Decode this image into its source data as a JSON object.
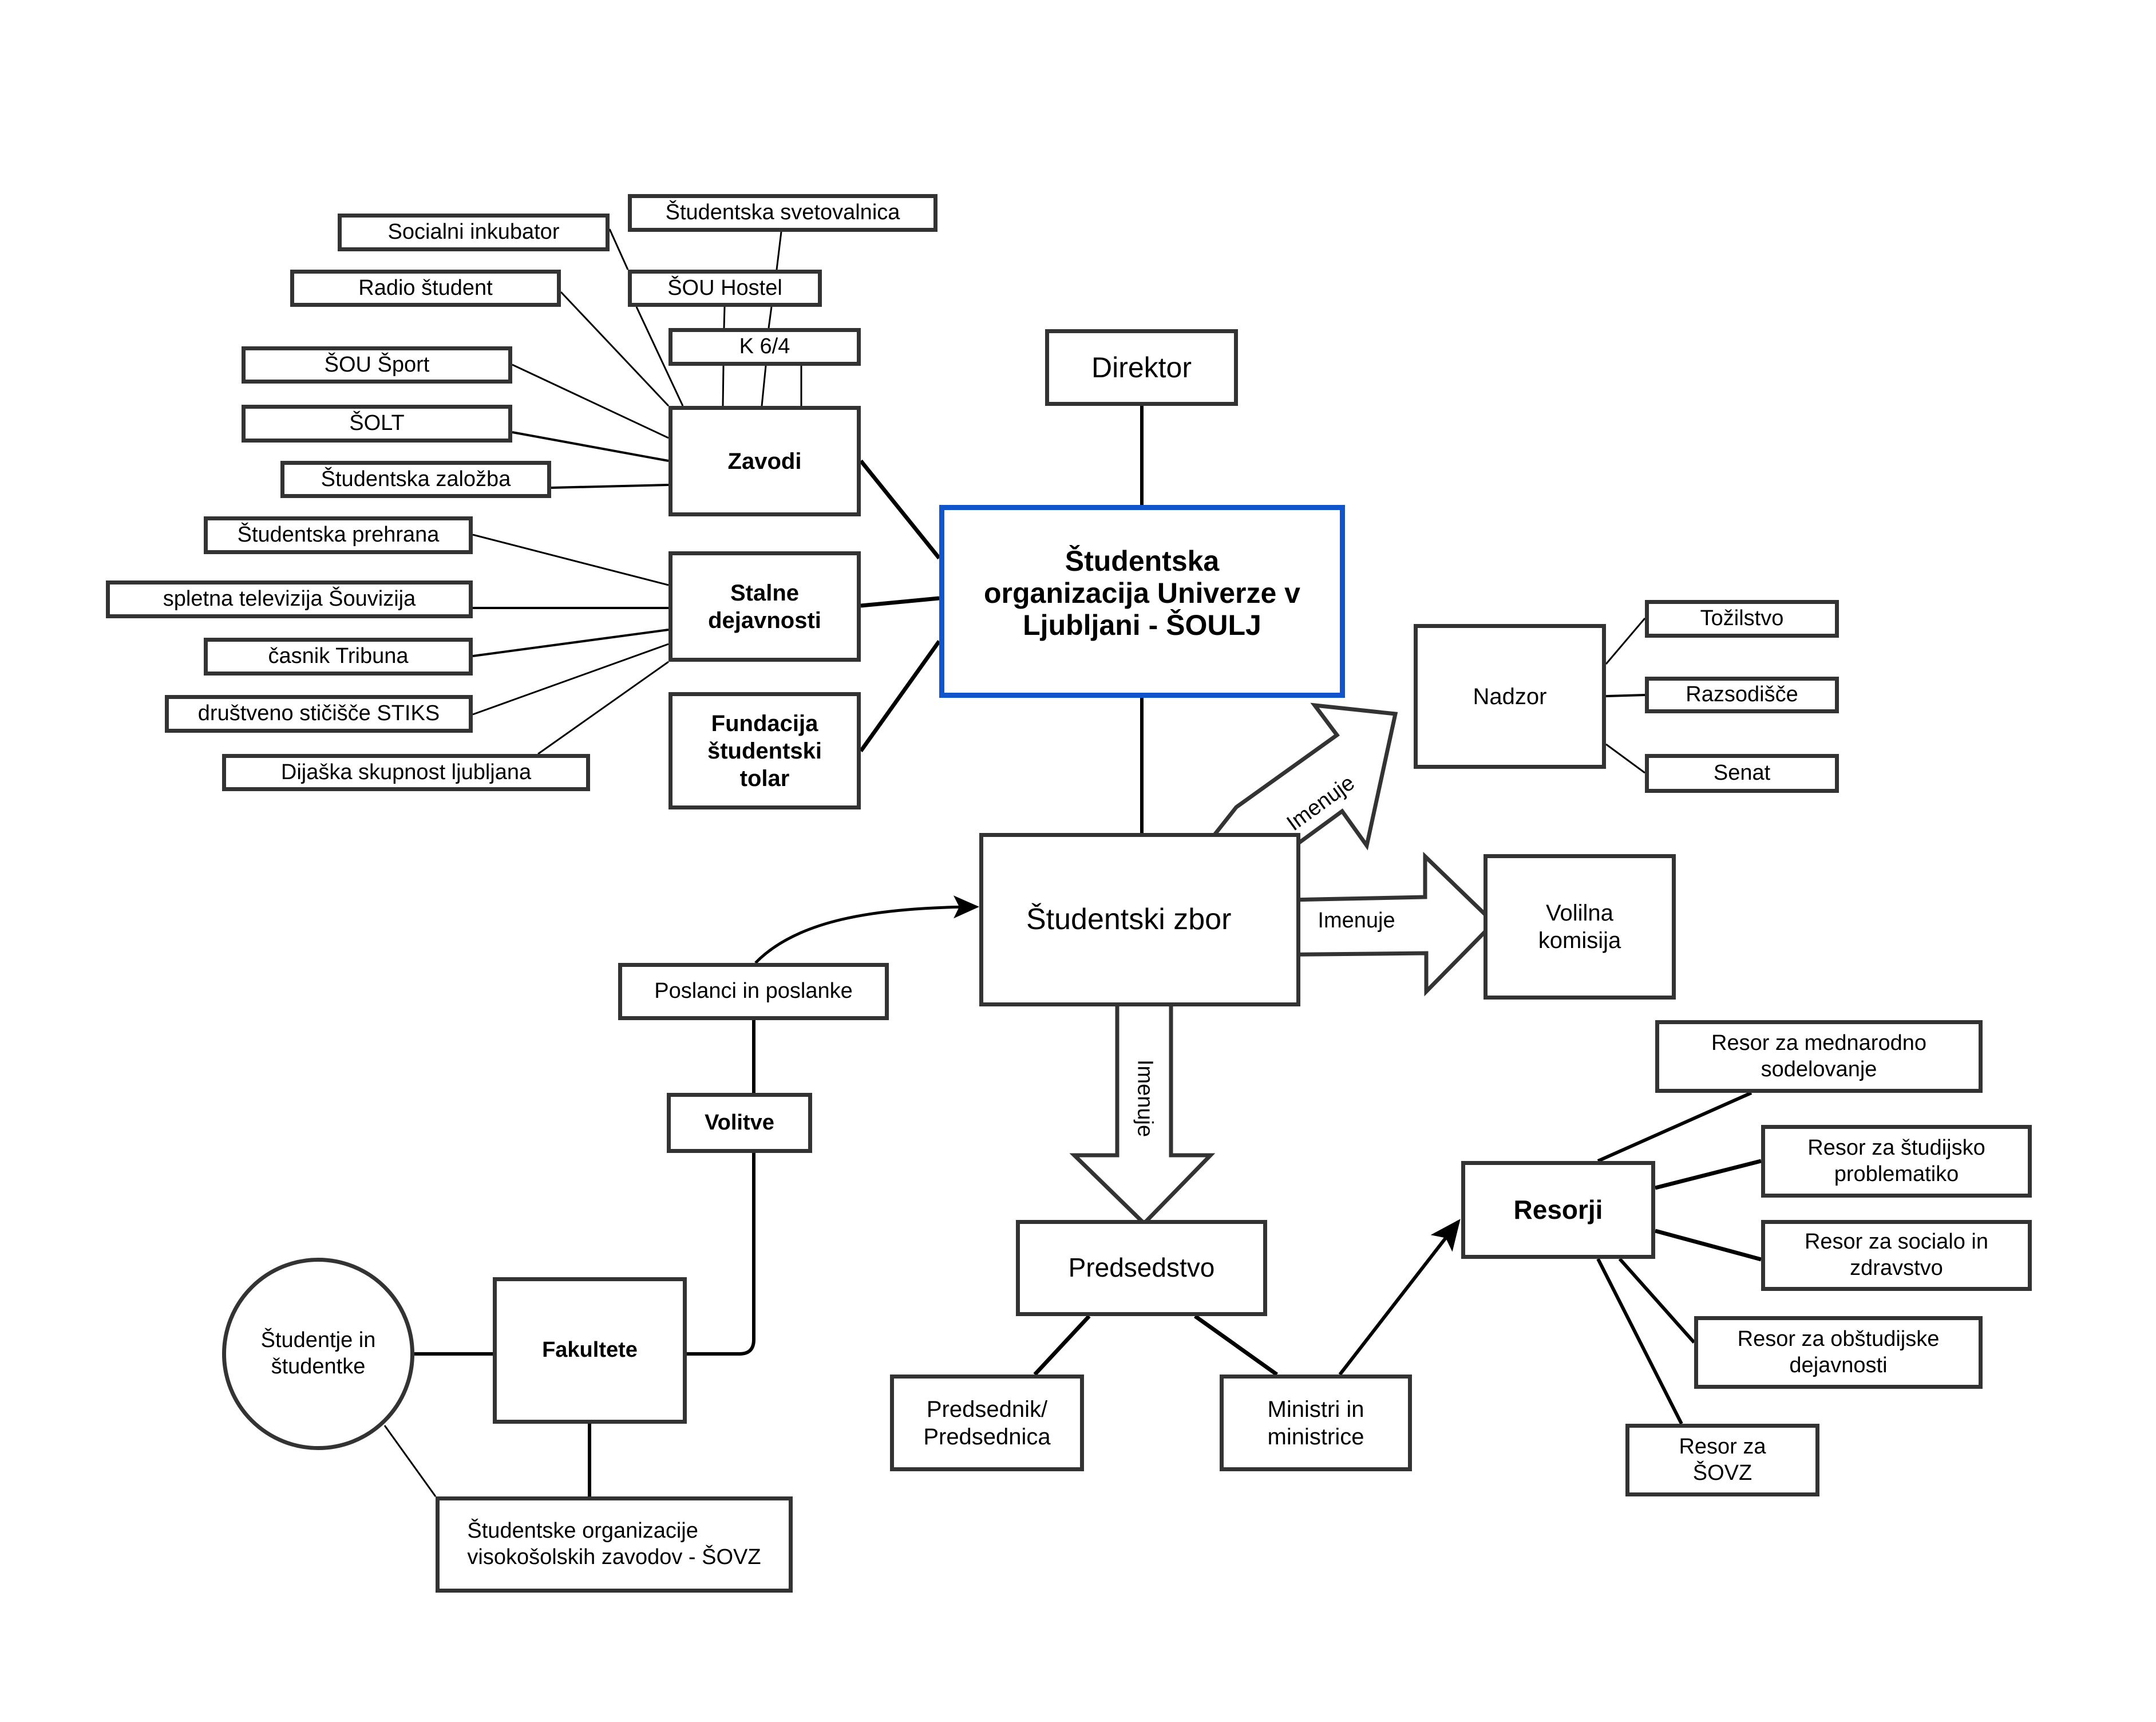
{
  "diagram": {
    "title": "Študentska organizacija Univerze v Ljubljani - ŠOULJ",
    "accent_color": "#1155cc",
    "line_color": "#000000",
    "box_border_color": "#333333",
    "nodes": {
      "main": "Študentska\norganizacija Univerze v\nLjubljani - ŠOULJ",
      "direktor": "Direktor",
      "zavodi": "Zavodi",
      "stalne": "Stalne\ndejavnosti",
      "fundacija": "Fundacija\nštudentski\ntolar",
      "socialni_inkubator": "Socialni inkubator",
      "svetovalnica": "Študentska svetovalnica",
      "radio": "Radio študent",
      "hostel": "ŠOU Hostel",
      "k64": "K 6/4",
      "sport": "ŠOU Šport",
      "solt": "ŠOLT",
      "zalozba": "Študentska založba",
      "prehrana": "Študentska prehrana",
      "souvizija": "spletna televizija Šouvizija",
      "tribuna": "časnik Tribuna",
      "stiks": "društveno stičišče STIKS",
      "dijaska": "Dijaška skupnost ljubljana",
      "nadzor": "Nadzor",
      "tozilstvo": "Tožilstvo",
      "razsodisce": "Razsodišče",
      "senat": "Senat",
      "zbor": "Študentski zbor",
      "volilna": "Volilna\nkomisija",
      "poslanci": "Poslanci in poslanke",
      "volitve": "Volitve",
      "fakultete": "Fakultete",
      "studentje": "Študentje in\nštudentke",
      "sovz_org": "Študentske organizacije\nvisokošolskih zavodov - ŠOVZ",
      "predsedstvo": "Predsedstvo",
      "predsednik": "Predsednik/\nPredsednica",
      "ministri": "Ministri in\nministrice",
      "resorji": "Resorji",
      "resor_mednarodno": "Resor za mednarodno\nsodelovanje",
      "resor_studijsko": "Resor za študijsko\nproblematiko",
      "resor_socialo": "Resor za socialo in\nzdravstvo",
      "resor_obstudijske": "Resor za obštudijske\ndejavnosti",
      "resor_sovz": "Resor za\nŠOVZ"
    },
    "arrows": {
      "nadzor_label": "Imenuje",
      "volilna_label": "Imenuje",
      "predsedstvo_label": "Imenuje"
    }
  }
}
